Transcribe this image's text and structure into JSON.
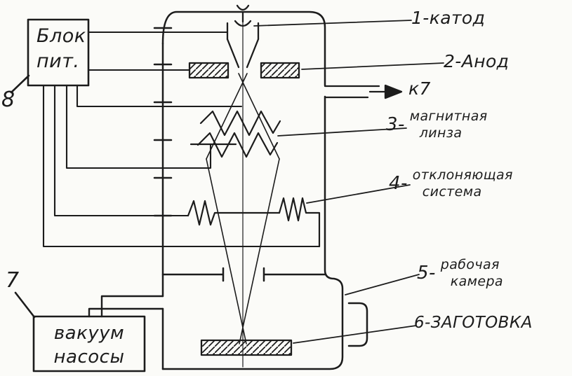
{
  "colors": {
    "ink": "#1c1c1c",
    "paper": "#fbfbf8"
  },
  "boxes": {
    "power_supply": {
      "line1": "Блок",
      "line2": "пит.",
      "number": "8"
    },
    "vacuum_pump": {
      "line1": "вакуум",
      "line2": "насосы",
      "number": "7"
    }
  },
  "callouts": {
    "cathode": "1-катод",
    "anode": "2-Анод",
    "to_pump": "к7",
    "lens": {
      "number": "3-",
      "line1": "магнитная",
      "line2": "линза"
    },
    "deflection": {
      "number": "4-",
      "line1": "отклоняющая",
      "line2": "система"
    },
    "chamber": {
      "number": "5-",
      "line1": "рабочая",
      "line2": "камера"
    },
    "workpiece": "6-ЗАГОТОВКА"
  }
}
